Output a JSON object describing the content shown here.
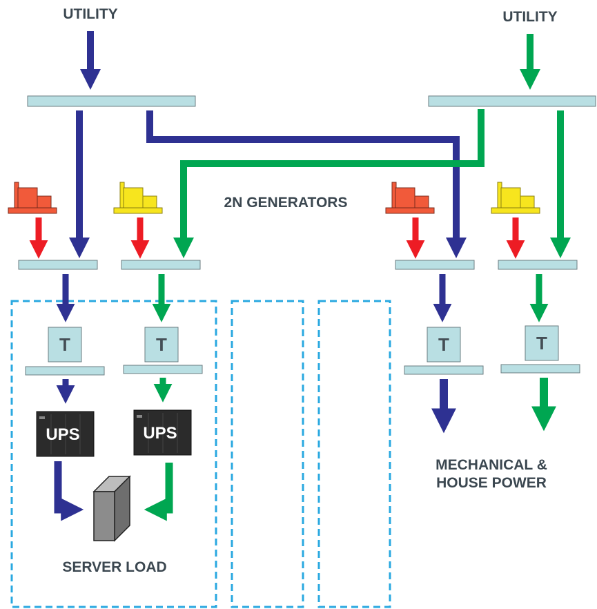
{
  "labels": {
    "utility_left": "UTILITY",
    "utility_right": "UTILITY",
    "generators": "2N GENERATORS",
    "server_load": "SERVER LOAD",
    "mechanical_line1": "MECHANICAL &",
    "mechanical_line2": "HOUSE POWER"
  },
  "transformers": {
    "t1": "T",
    "t2": "T",
    "t3": "T",
    "t4": "T"
  },
  "ups": {
    "ups1": "UPS",
    "ups2": "UPS"
  },
  "colors": {
    "blue_path": "#2e3192",
    "green_path": "#00a651",
    "generator_red": "#f15a3a",
    "generator_yellow": "#f7e51e",
    "generator_arrow": "#ed1c24",
    "bus_fill": "#b9dfe3",
    "dashed_border": "#29a8e0"
  },
  "icons": {
    "generator": "generator-icon",
    "transformer": "transformer-icon",
    "ups": "ups-cabinet-icon",
    "server": "server-tower-icon"
  }
}
